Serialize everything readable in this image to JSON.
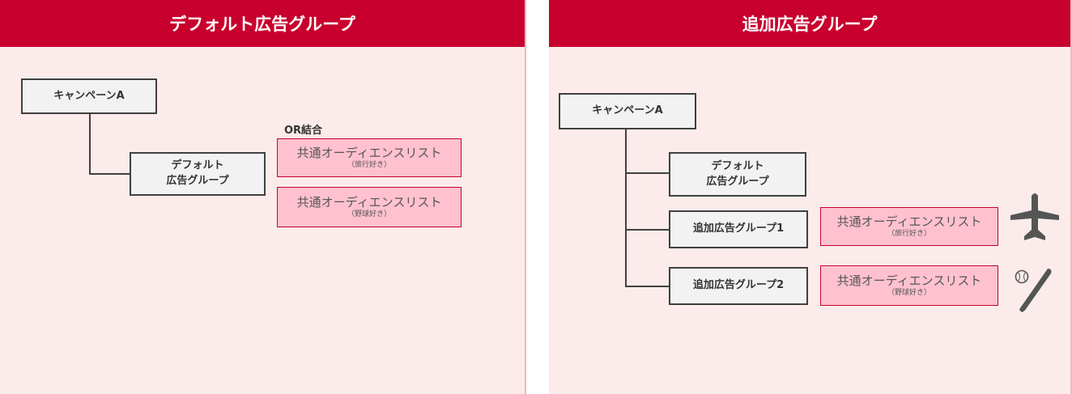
{
  "left_panel": {
    "header": "デフォルト広告グループ",
    "campaign": "キャンペーンA",
    "ad_group_line1": "デフォルト",
    "ad_group_line2": "広告グループ",
    "or_label": "OR結合",
    "audiences": [
      {
        "name": "共通オーディエンスリスト",
        "note": "（旅行好き）"
      },
      {
        "name": "共通オーディエンスリスト",
        "note": "（野球好き）"
      }
    ]
  },
  "right_panel": {
    "header": "追加広告グループ",
    "campaign": "キャンペーンA",
    "default_group_line1": "デフォルト",
    "default_group_line2": "広告グループ",
    "ad_groups": [
      {
        "name": "追加広告グループ1",
        "audience": "共通オーディエンスリスト",
        "note": "（旅行好き）",
        "icon": "airplane-icon"
      },
      {
        "name": "追加広告グループ2",
        "audience": "共通オーディエンスリスト",
        "note": "（野球好き）",
        "icon": "baseball-icon"
      }
    ]
  },
  "colors": {
    "header": "#c8002d",
    "panel_bg": "#fbeceb",
    "audience_fill": "#ffc1cf",
    "node_fill": "#f2f2f2",
    "icon": "#555555"
  }
}
